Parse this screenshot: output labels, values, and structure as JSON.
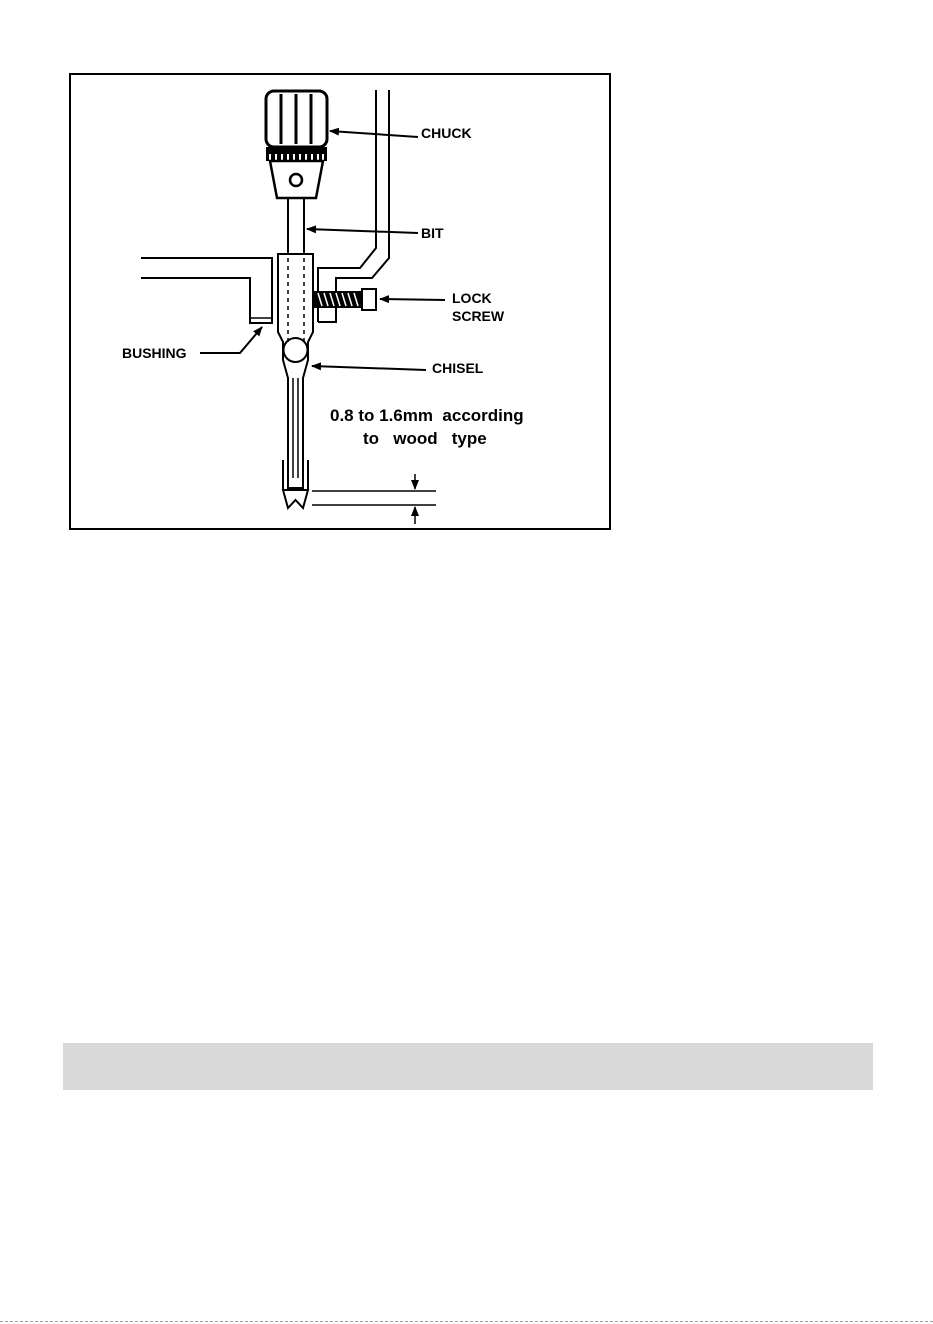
{
  "diagram": {
    "labels": {
      "chuck": "CHUCK",
      "bit": "BIT",
      "lock_screw_line1": "LOCK",
      "lock_screw_line2": "SCREW",
      "bushing": "BUSHING",
      "chisel": "CHISEL"
    },
    "gap_note_line1": "0.8 to 1.6mm  according",
    "gap_note_line2": "to   wood   type"
  },
  "section_bar": {
    "text": ""
  }
}
